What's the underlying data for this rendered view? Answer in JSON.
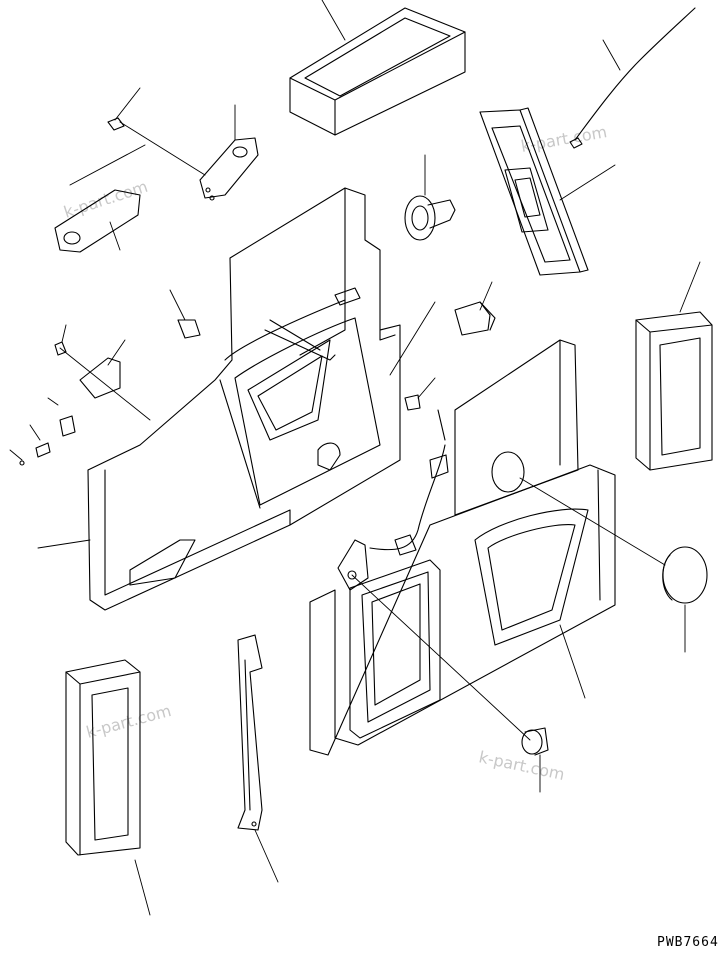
{
  "drawing_code": "PWB7664",
  "watermarks": [
    "k-part.com",
    "k-part.com",
    "k-part.com",
    "k-part.com"
  ]
}
